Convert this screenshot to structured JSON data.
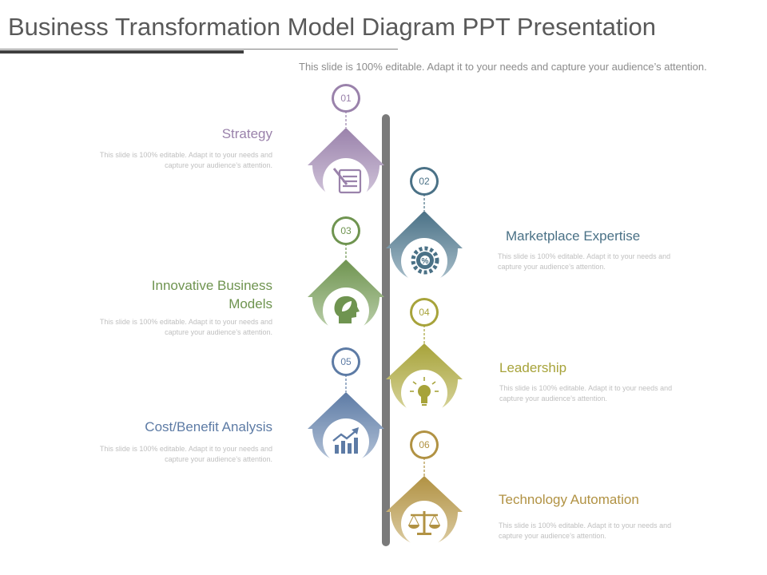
{
  "header": {
    "title": "Business Transformation Model Diagram PPT Presentation",
    "subtitle": "This slide is 100% editable. Adapt it to your needs and capture your audience’s attention."
  },
  "items": [
    {
      "number": "01",
      "title": "Strategy",
      "body": "This slide is 100% editable. Adapt it to your needs and capture your audience’s attention.",
      "color": "#9a82ab",
      "icon": "notepad-icon",
      "side": "left"
    },
    {
      "number": "02",
      "title": "Marketplace Expertise",
      "body": "This slide is 100% editable. Adapt it to your needs and capture your audience’s attention.",
      "color": "#4a7186",
      "icon": "gear-icon",
      "side": "right"
    },
    {
      "number": "03",
      "title": "Innovative Business Models",
      "body": "This slide is 100% editable. Adapt it to your needs and capture your audience’s attention.",
      "color": "#6f9450",
      "icon": "head-leaf-icon",
      "side": "left"
    },
    {
      "number": "04",
      "title": "Leadership",
      "body": "This slide is 100% editable. Adapt it to your needs and capture your audience’s attention.",
      "color": "#a7a33a",
      "icon": "lightbulb-icon",
      "side": "right"
    },
    {
      "number": "05",
      "title": "Cost/Benefit Analysis",
      "body": "This slide is 100% editable. Adapt it to your needs and capture your audience’s attention.",
      "color": "#5d7ba5",
      "icon": "growth-chart-icon",
      "side": "left"
    },
    {
      "number": "06",
      "title": "Technology Automation",
      "body": "This slide is 100% editable. Adapt it to your needs and capture your audience’s attention.",
      "color": "#b19243",
      "icon": "scales-icon",
      "side": "right"
    }
  ]
}
